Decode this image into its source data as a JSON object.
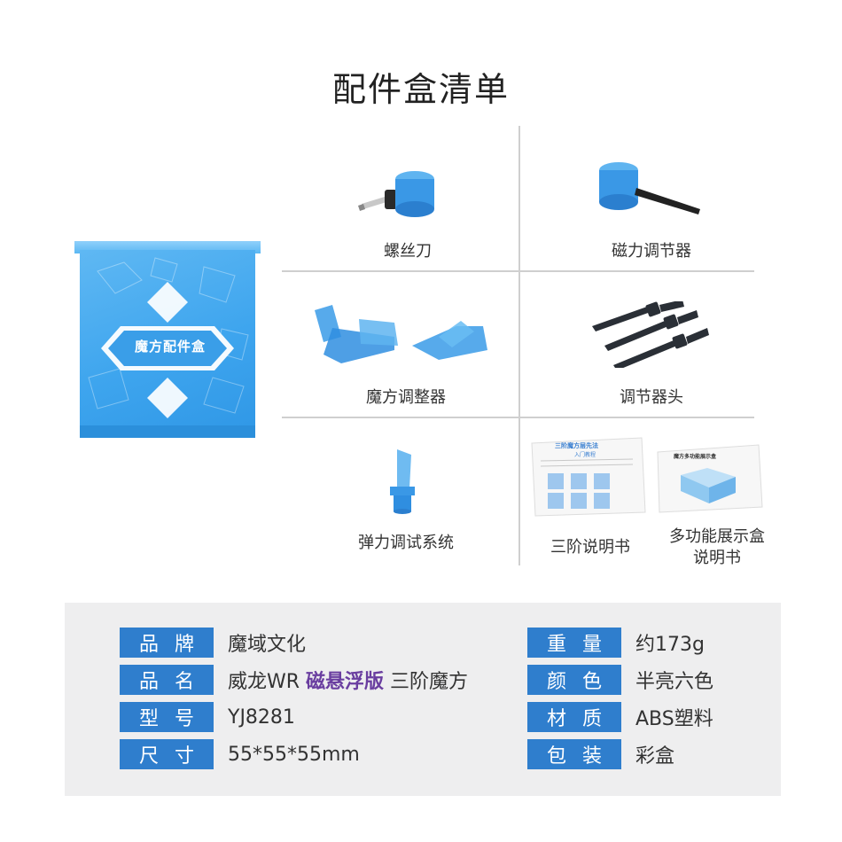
{
  "title": "配件盒清单",
  "box": {
    "label": "魔方配件盒"
  },
  "items": [
    {
      "caption": "螺丝刀",
      "icon": "screwdriver-icon"
    },
    {
      "caption": "磁力调节器",
      "icon": "magnetic-adjuster-icon"
    },
    {
      "caption": "魔方调整器",
      "icon": "cube-adjuster-icon"
    },
    {
      "caption": "调节器头",
      "icon": "adjuster-heads-icon"
    },
    {
      "caption": "弹力调试系统",
      "icon": "tension-tool-icon"
    },
    {
      "caption": "三阶说明书",
      "icon": "manual-icon"
    },
    {
      "caption_line1": "多功能展示盒",
      "caption_line2": "说明书",
      "icon": "display-box-manual-icon"
    }
  ],
  "manual_texts": {
    "manual_title": "三阶魔方层先法",
    "manual_subtitle": "入门教程",
    "display_title": "魔方多功能展示盒"
  },
  "specs": {
    "left": [
      {
        "label": "品牌",
        "value": "魔域文化"
      },
      {
        "label": "品名",
        "value_prefix": "威龙WR ",
        "value_highlight": "磁悬浮版",
        "value_suffix": " 三阶魔方"
      },
      {
        "label": "型号",
        "value": "YJ8281"
      },
      {
        "label": "尺寸",
        "value": "55*55*55mm"
      }
    ],
    "right": [
      {
        "label": "重量",
        "value": "约173g"
      },
      {
        "label": "颜色",
        "value": "半亮六色"
      },
      {
        "label": "材质",
        "value": "ABS塑料"
      },
      {
        "label": "包装",
        "value": "彩盒"
      }
    ]
  },
  "colors": {
    "badge": "#2f7ecd",
    "highlight": "#6a3ea0",
    "panel": "#eeeeef",
    "accent_blue": "#3ea5ee"
  }
}
